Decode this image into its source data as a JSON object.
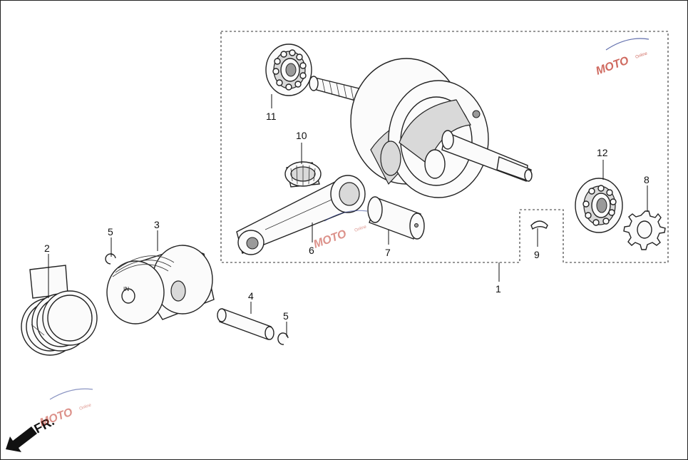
{
  "callouts": [
    {
      "id": "c1",
      "label": "1"
    },
    {
      "id": "c2",
      "label": "2"
    },
    {
      "id": "c3",
      "label": "3"
    },
    {
      "id": "c4",
      "label": "4"
    },
    {
      "id": "c5a",
      "label": "5"
    },
    {
      "id": "c5b",
      "label": "5"
    },
    {
      "id": "c6",
      "label": "6"
    },
    {
      "id": "c7",
      "label": "7"
    },
    {
      "id": "c8",
      "label": "8"
    },
    {
      "id": "c9",
      "label": "9"
    },
    {
      "id": "c10",
      "label": "10"
    },
    {
      "id": "c11",
      "label": "11"
    },
    {
      "id": "c12",
      "label": "12"
    }
  ],
  "piston_mark": "IN",
  "front_indicator": {
    "label": "FR."
  },
  "watermark": {
    "text": "MOTO",
    "subtext": "Online",
    "colors": {
      "primary": "#c0392b",
      "secondary": "#2c3e91"
    }
  },
  "colors": {
    "line": "#111111",
    "fill": "#fbfbfb",
    "shade": "#d9d9d9"
  }
}
